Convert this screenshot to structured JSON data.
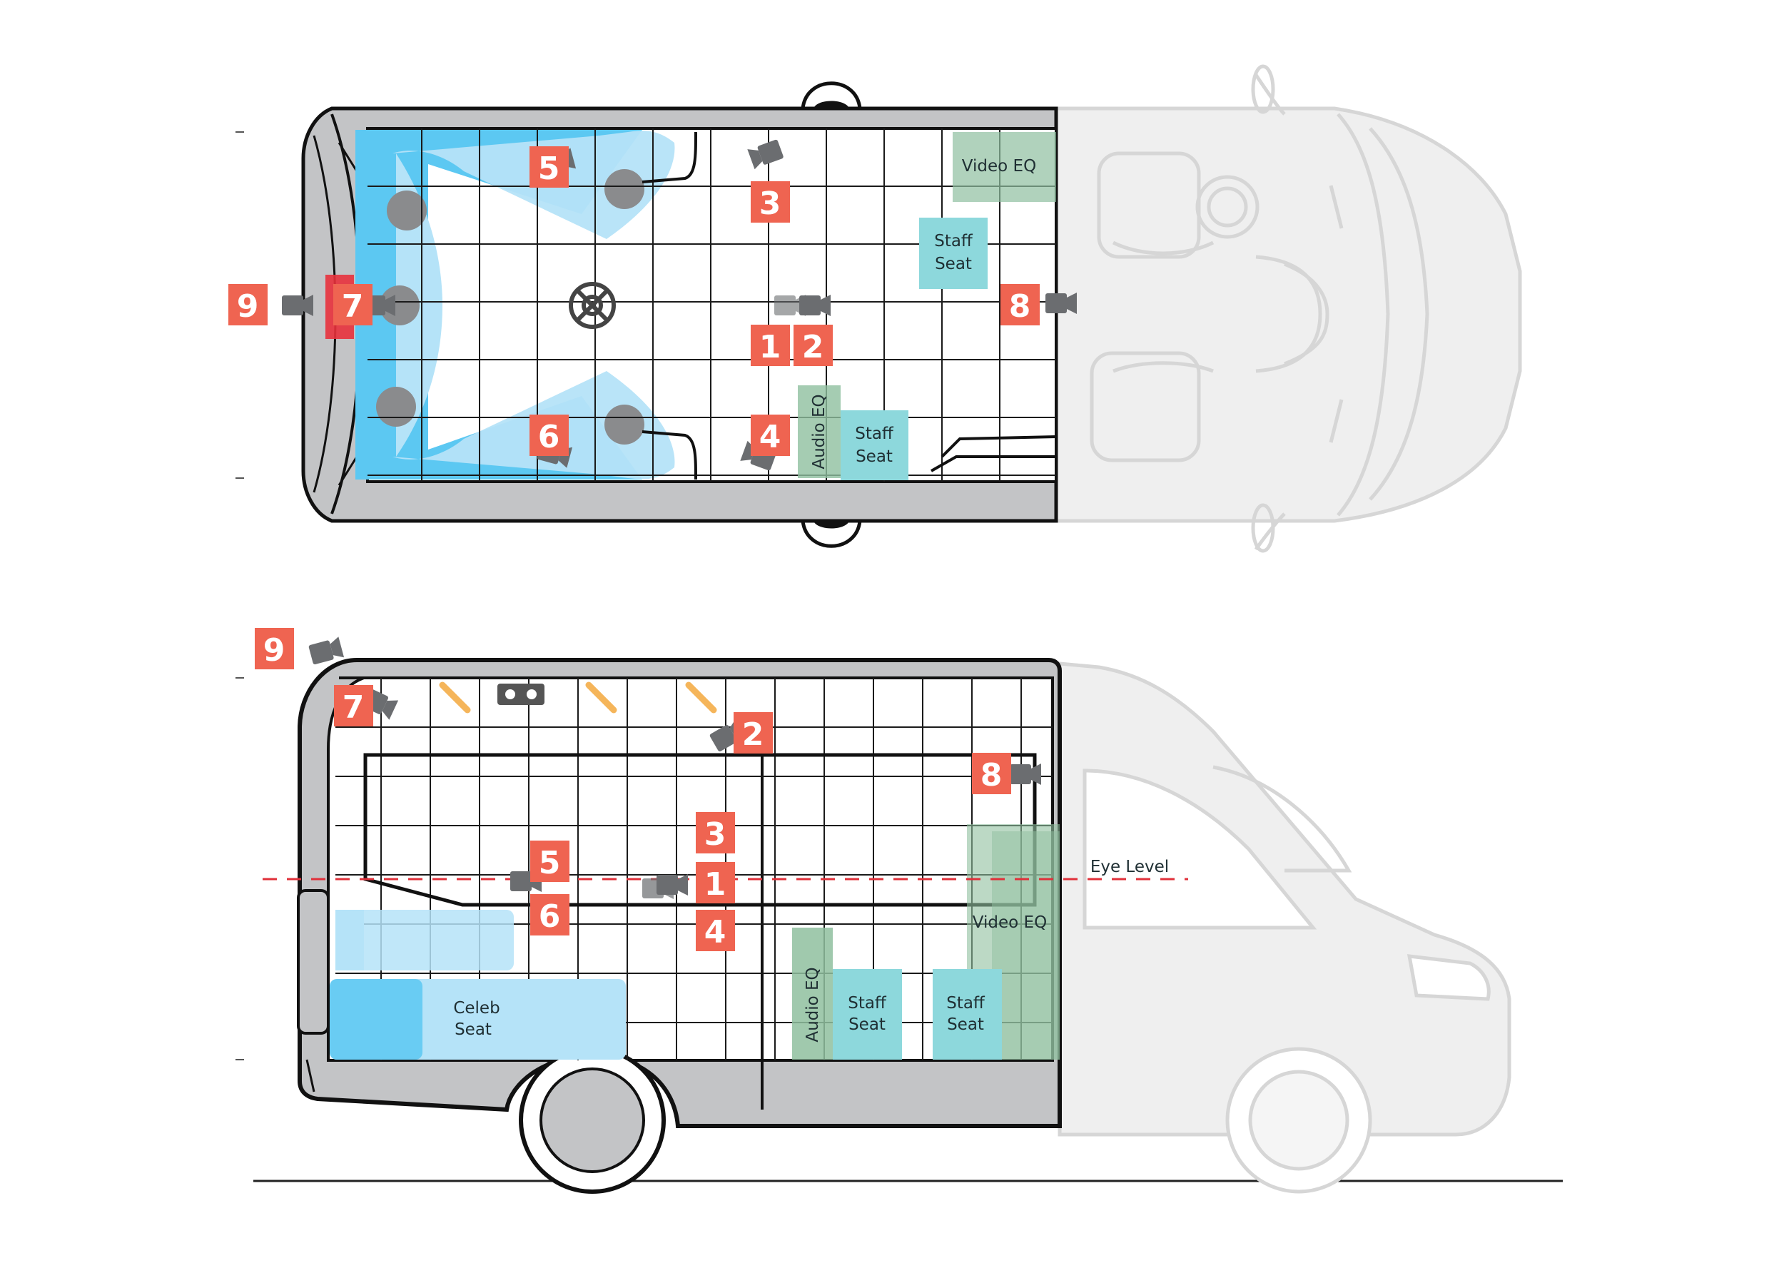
{
  "colors": {
    "badge": "#ef6451",
    "camera": "#6b6d70",
    "van_ghost": "#d6d6d6",
    "van_ghost_fill": "#efefef",
    "body_gray": "#c3c4c6",
    "seat_blue": "#5cc8f2",
    "seat_blue_light": "#b5e3f8",
    "staff_seat": "#8dd8dc",
    "equipment_green": "#8fbf9f",
    "eye_level_line": "#e0303a",
    "light_bar": "#f5b55a",
    "grid": "#1a1a1a"
  },
  "top_view": {
    "camera_badges": [
      "9",
      "7",
      "5",
      "3",
      "1",
      "2",
      "8",
      "6",
      "4"
    ],
    "labels": {
      "video_eq": "Video EQ",
      "staff_seat_upper": [
        "Staff",
        "Seat"
      ],
      "staff_seat_lower": [
        "Staff",
        "Seat"
      ],
      "audio_eq": "Audio EQ"
    }
  },
  "side_view": {
    "camera_badges": [
      "9",
      "7",
      "2",
      "8",
      "3",
      "5",
      "1",
      "6",
      "4"
    ],
    "labels": {
      "eye_level": "Eye Level",
      "video_eq": "Video EQ",
      "audio_eq": "Audio EQ",
      "staff_seat_left": [
        "Staff",
        "Seat"
      ],
      "staff_seat_right": [
        "Staff",
        "Seat"
      ],
      "celeb_seat": [
        "Celeb",
        "Seat"
      ]
    }
  }
}
